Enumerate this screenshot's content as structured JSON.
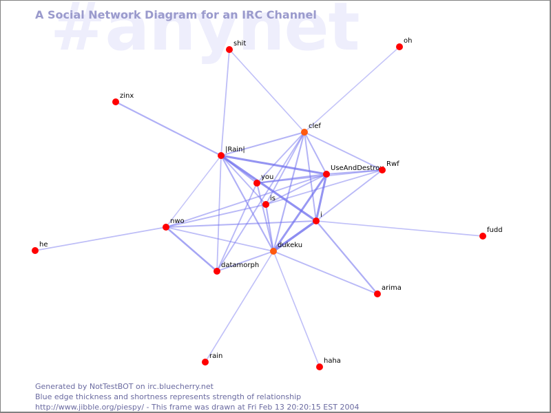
{
  "watermark": "#anynet",
  "title": "A Social Network Diagram for an IRC Channel",
  "footer": {
    "line1": "Generated by NotTestBOT on irc.bluecherry.net",
    "line2": "Blue edge thickness and shortness represents strength of relationship",
    "line3": "http://www.jibble.org/piespy/ - This frame was drawn at Fri Feb 13 20:20:15 EST 2004"
  },
  "colors": {
    "node": "#ff0000",
    "node_highlight": "#ff5a10",
    "edge": "#7070ee",
    "title": "#9a9acc",
    "watermark": "#eeeefc",
    "footer": "#6a6aa0"
  },
  "nodes": [
    {
      "id": "shit",
      "label": "shit"
    },
    {
      "id": "oh",
      "label": "oh"
    },
    {
      "id": "zinx",
      "label": "zinx"
    },
    {
      "id": "clef",
      "label": "clef",
      "highlight": true
    },
    {
      "id": "rain_bars",
      "label": "|Rain|"
    },
    {
      "id": "useanddestroy",
      "label": "UseAndDestroy"
    },
    {
      "id": "rwf",
      "label": "Rwf"
    },
    {
      "id": "you",
      "label": "you"
    },
    {
      "id": "is",
      "label": "is"
    },
    {
      "id": "i",
      "label": "i"
    },
    {
      "id": "nwo",
      "label": "nwo"
    },
    {
      "id": "fudd",
      "label": "fudd"
    },
    {
      "id": "he",
      "label": "he"
    },
    {
      "id": "dukeku",
      "label": "dukeku",
      "highlight": true
    },
    {
      "id": "datamorph",
      "label": "datamorph"
    },
    {
      "id": "arima",
      "label": "arima"
    },
    {
      "id": "rain",
      "label": "rain"
    },
    {
      "id": "haha",
      "label": "haha"
    }
  ],
  "edges": [
    {
      "source": "shit",
      "target": "rain_bars",
      "strength": 0.3
    },
    {
      "source": "shit",
      "target": "clef",
      "strength": 0.25
    },
    {
      "source": "oh",
      "target": "clef",
      "strength": 0.2
    },
    {
      "source": "zinx",
      "target": "rain_bars",
      "strength": 0.45
    },
    {
      "source": "he",
      "target": "nwo",
      "strength": 0.3
    },
    {
      "source": "rain_bars",
      "target": "clef",
      "strength": 0.4
    },
    {
      "source": "rain_bars",
      "target": "useanddestroy",
      "strength": 0.8
    },
    {
      "source": "rain_bars",
      "target": "i",
      "strength": 0.85
    },
    {
      "source": "rain_bars",
      "target": "you",
      "strength": 0.5
    },
    {
      "source": "rain_bars",
      "target": "nwo",
      "strength": 0.2
    },
    {
      "source": "rain_bars",
      "target": "dukeku",
      "strength": 0.45
    },
    {
      "source": "rain_bars",
      "target": "is",
      "strength": 0.35
    },
    {
      "source": "rain_bars",
      "target": "datamorph",
      "strength": 0.3
    },
    {
      "source": "clef",
      "target": "useanddestroy",
      "strength": 0.4
    },
    {
      "source": "clef",
      "target": "rwf",
      "strength": 0.35
    },
    {
      "source": "clef",
      "target": "i",
      "strength": 0.4
    },
    {
      "source": "clef",
      "target": "dukeku",
      "strength": 0.45
    },
    {
      "source": "clef",
      "target": "is",
      "strength": 0.35
    },
    {
      "source": "clef",
      "target": "you",
      "strength": 0.35
    },
    {
      "source": "clef",
      "target": "datamorph",
      "strength": 0.35
    },
    {
      "source": "useanddestroy",
      "target": "you",
      "strength": 0.5
    },
    {
      "source": "useanddestroy",
      "target": "rwf",
      "strength": 0.4
    },
    {
      "source": "useanddestroy",
      "target": "i",
      "strength": 0.8
    },
    {
      "source": "useanddestroy",
      "target": "dukeku",
      "strength": 0.75
    },
    {
      "source": "useanddestroy",
      "target": "nwo",
      "strength": 0.35
    },
    {
      "source": "useanddestroy",
      "target": "is",
      "strength": 0.35
    },
    {
      "source": "rwf",
      "target": "i",
      "strength": 0.35
    },
    {
      "source": "rwf",
      "target": "you",
      "strength": 0.3
    },
    {
      "source": "rwf",
      "target": "is",
      "strength": 0.3
    },
    {
      "source": "i",
      "target": "dukeku",
      "strength": 0.9
    },
    {
      "source": "i",
      "target": "nwo",
      "strength": 0.4
    },
    {
      "source": "i",
      "target": "fudd",
      "strength": 0.25
    },
    {
      "source": "i",
      "target": "arima",
      "strength": 0.5
    },
    {
      "source": "dukeku",
      "target": "arima",
      "strength": 0.35
    },
    {
      "source": "dukeku",
      "target": "rain",
      "strength": 0.25
    },
    {
      "source": "dukeku",
      "target": "haha",
      "strength": 0.25
    },
    {
      "source": "dukeku",
      "target": "nwo",
      "strength": 0.3
    },
    {
      "source": "dukeku",
      "target": "datamorph",
      "strength": 0.35
    },
    {
      "source": "dukeku",
      "target": "is",
      "strength": 0.45
    },
    {
      "source": "dukeku",
      "target": "you",
      "strength": 0.4
    },
    {
      "source": "nwo",
      "target": "datamorph",
      "strength": 0.6
    },
    {
      "source": "nwo",
      "target": "is",
      "strength": 0.35
    },
    {
      "source": "datamorph",
      "target": "you",
      "strength": 0.35
    }
  ]
}
